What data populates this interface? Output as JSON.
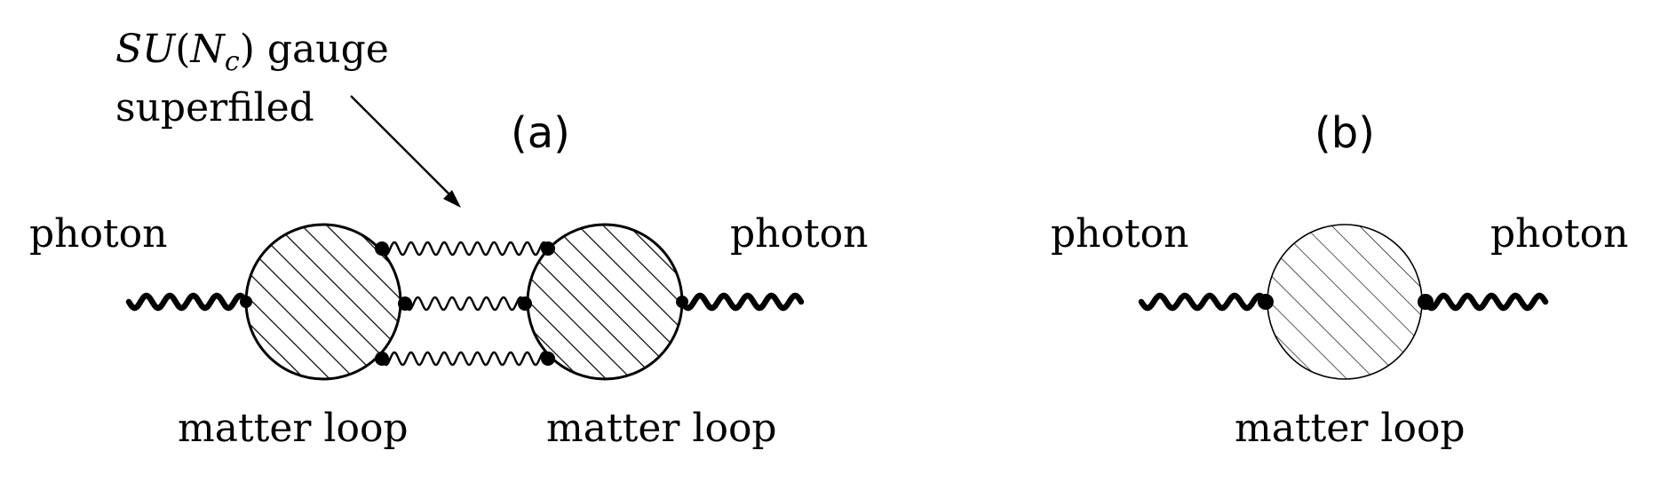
{
  "annotation": {
    "gauge_math_su": "SU",
    "gauge_math_open": "(",
    "gauge_math_n": "N",
    "gauge_math_c": "c",
    "gauge_math_close": ")",
    "gauge_word": "gauge",
    "line2": "superfiled"
  },
  "panel_a": {
    "label": "(a)",
    "photon_left": "photon",
    "photon_right": "photon",
    "loop_left": "matter loop",
    "loop_right": "matter loop"
  },
  "panel_b": {
    "label": "(b)",
    "photon_left": "photon",
    "photon_right": "photon",
    "loop": "matter loop"
  }
}
